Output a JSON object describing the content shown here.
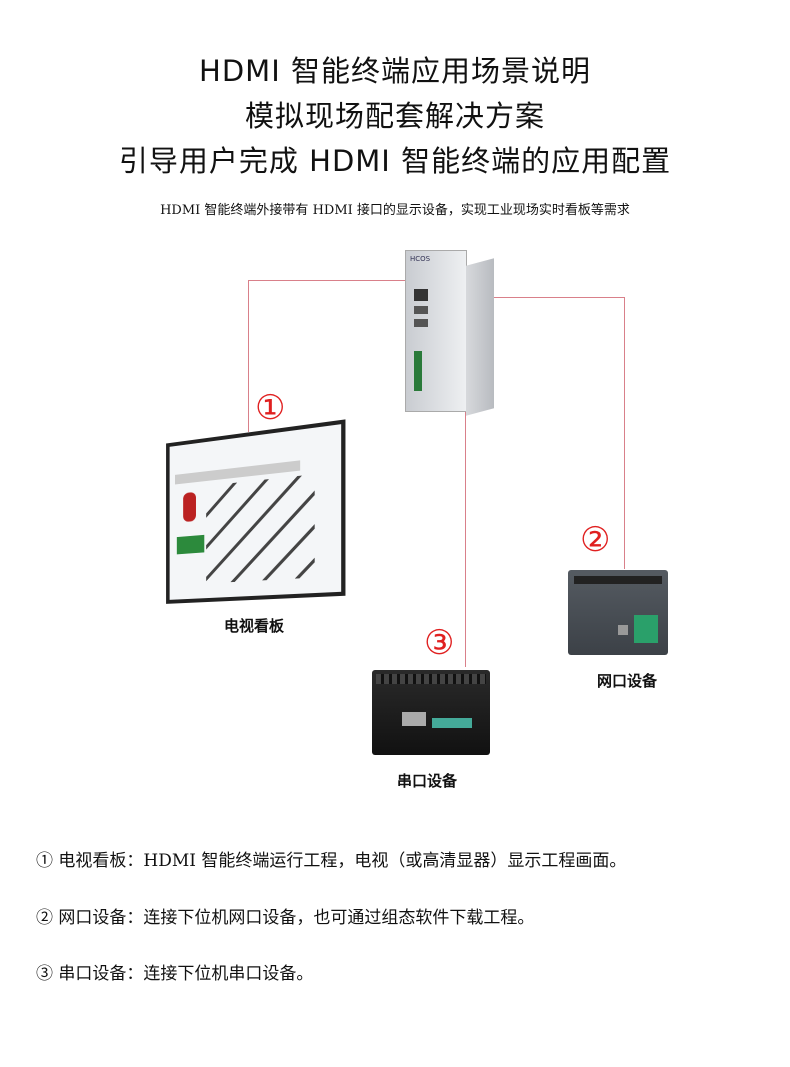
{
  "titles": [
    "HDMI 智能终端应用场景说明",
    "模拟现场配套解决方案",
    "引导用户完成 HDMI 智能终端的应用配置"
  ],
  "subtitle": "HDMI  智能终端外接带有 HDMI 接口的显示设备，实现工业现场实时看板等需求",
  "diagram": {
    "markers": [
      "①",
      "②",
      "③"
    ],
    "labels": {
      "tv": "电视看板",
      "network": "网口设备",
      "serial": "串口设备"
    },
    "device_brand": "HCOS",
    "line_color": "#d9808a",
    "marker_color": "#e02020"
  },
  "notes": [
    "①  电视看板：HDMI  智能终端运行工程，电视（或高清显器）显示工程画面。",
    "②  网口设备：连接下位机网口设备，也可通过组态软件下载工程。",
    "③  串口设备：连接下位机串口设备。"
  ]
}
